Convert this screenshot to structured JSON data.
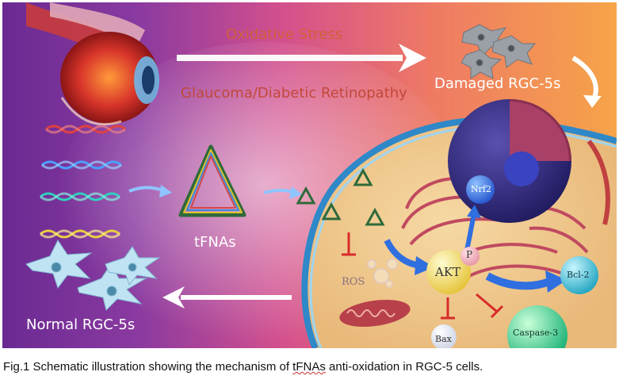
{
  "labels": {
    "oxidative_stress": "Oxidative Stress",
    "disease": "Glaucoma/Diabetic Retinopathy",
    "damaged_cells": "Damaged RGC-5s",
    "tfnas": "tFNAs",
    "normal_cells": "Normal RGC-5s",
    "nrf2": "Nrf2",
    "akt": "AKT",
    "p": "P",
    "bcl2": "Bcl-2",
    "ros": "ROS",
    "bax": "Bax",
    "caspase3": "Caspase-3"
  },
  "caption": {
    "before": "Fig.1 Schematic illustration showing the mechanism of ",
    "term": "tFNAs",
    "after": " anti-oxidation in RGC-5 cells."
  },
  "colors": {
    "bg_left": "#7b2f9c",
    "bg_mid": "#d9508a",
    "bg_right": "#f39a45",
    "text_oxidative": "#d0603a",
    "text_white": "#ffffff",
    "inhibit_red": "#d82b2b",
    "activate_blue": "#2f6fe0"
  }
}
